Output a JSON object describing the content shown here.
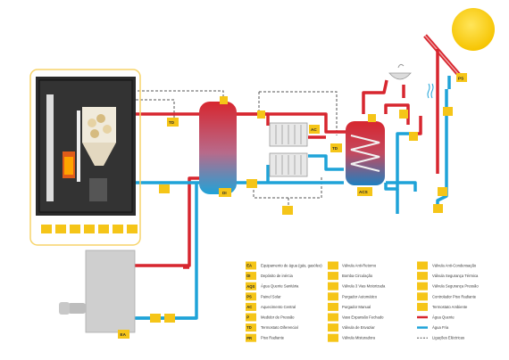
{
  "tags": {
    "ea": "EA",
    "di": "DI",
    "td_left": "TD",
    "td_mid": "TD",
    "ac": "AC",
    "acs": "ACS",
    "ps": "PS"
  },
  "legend": {
    "col1": [
      {
        "code": "EA",
        "text": "Equipamento de água (gás, gasóleo)"
      },
      {
        "code": "DI",
        "text": "Depósito de inércia"
      },
      {
        "code": "AQS",
        "text": "Água Quente Sanitária"
      },
      {
        "code": "PS",
        "text": "Painel Solar"
      },
      {
        "code": "AC",
        "text": "Aquecimento Central"
      },
      {
        "code": "P",
        "text": "Medidor de Pressão"
      },
      {
        "code": "TD",
        "text": "Termostato Diferencial"
      },
      {
        "code": "PR",
        "text": "Piso Radiante"
      }
    ],
    "col2": [
      {
        "text": "Válvula Anti-Retorno"
      },
      {
        "text": "Bomba Circulação"
      },
      {
        "text": "Válvula 3 Vias Motorizada"
      },
      {
        "text": "Purgador Automático"
      },
      {
        "text": "Purgador Manual"
      },
      {
        "text": "Vaso Expansão Fechado"
      },
      {
        "text": "Válvula de Esvaziar"
      },
      {
        "text": "Válvula Misturadora"
      }
    ],
    "col3": [
      {
        "text": "Válvula Anti-Condensação"
      },
      {
        "text": "Válvula Segurança Térmica"
      },
      {
        "text": "Válvula Segurança Pressão"
      },
      {
        "text": "Controlador Piso Radiante"
      },
      {
        "text": "Termostato Ambiente"
      },
      {
        "text": "Água Quente",
        "line": "hot"
      },
      {
        "text": "Água Fria",
        "line": "cold"
      },
      {
        "text": "Ligações Eléctricas",
        "line": "elec"
      }
    ]
  },
  "colors": {
    "hot": "#d7262f",
    "cold": "#1fa3d8",
    "elec": "#555555",
    "accent": "#f5c518",
    "frame": "#f7d46a"
  }
}
